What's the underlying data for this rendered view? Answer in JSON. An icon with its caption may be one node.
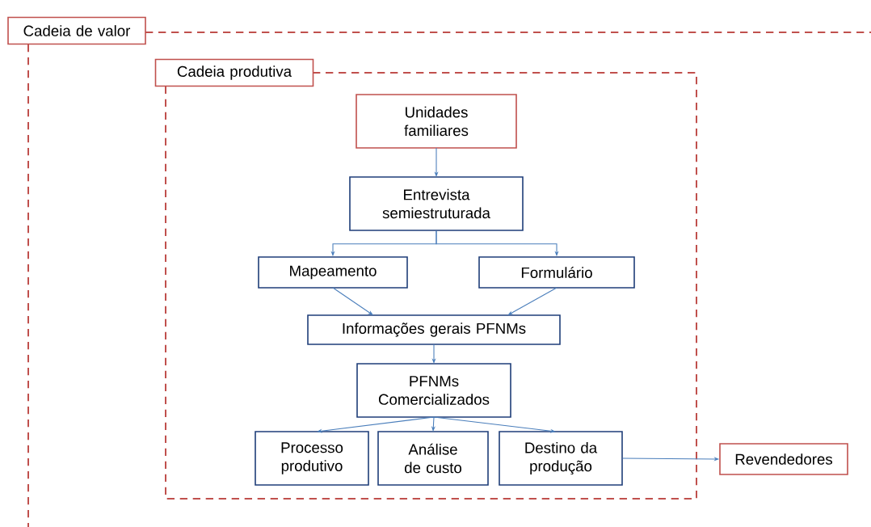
{
  "diagram": {
    "nodes": [
      {
        "text": [
          "Cadeia de valor"
        ]
      },
      {
        "text": [
          "Cadeia produtiva"
        ]
      },
      {
        "text": [
          "Unidades familiares"
        ]
      },
      {
        "text": [
          "Entrevista semiestruturada"
        ]
      },
      {
        "text": [
          "Mapeamento"
        ]
      },
      {
        "text": [
          "Formulário"
        ]
      },
      {
        "text": [
          "Informações gerais PFNMs"
        ]
      },
      {
        "text": [
          "PFNMs Comercializados"
        ]
      },
      {
        "text": [
          "Processo produtivo"
        ]
      },
      {
        "text": [
          "Análise de custo"
        ]
      },
      {
        "text": [
          "Destino da produção"
        ]
      },
      {
        "text": [
          "Revendedores"
        ]
      }
    ],
    "edges": [
      {
        "from": 2,
        "to": 3,
        "arrow": "to"
      },
      {
        "from": 3,
        "to": 4,
        "arrow": "to"
      },
      {
        "from": 3,
        "to": 5,
        "arrow": "to"
      },
      {
        "from": 4,
        "to": 6,
        "arrow": "to"
      },
      {
        "from": 5,
        "to": 6,
        "arrow": "to"
      },
      {
        "from": 6,
        "to": 7,
        "arrow": "to"
      },
      {
        "from": 7,
        "to": 8,
        "arrow": "to"
      },
      {
        "from": 7,
        "to": 9,
        "arrow": "to"
      },
      {
        "from": 7,
        "to": 10,
        "arrow": "to"
      },
      {
        "from": 10,
        "to": 11,
        "arrow": "to"
      }
    ]
  }
}
